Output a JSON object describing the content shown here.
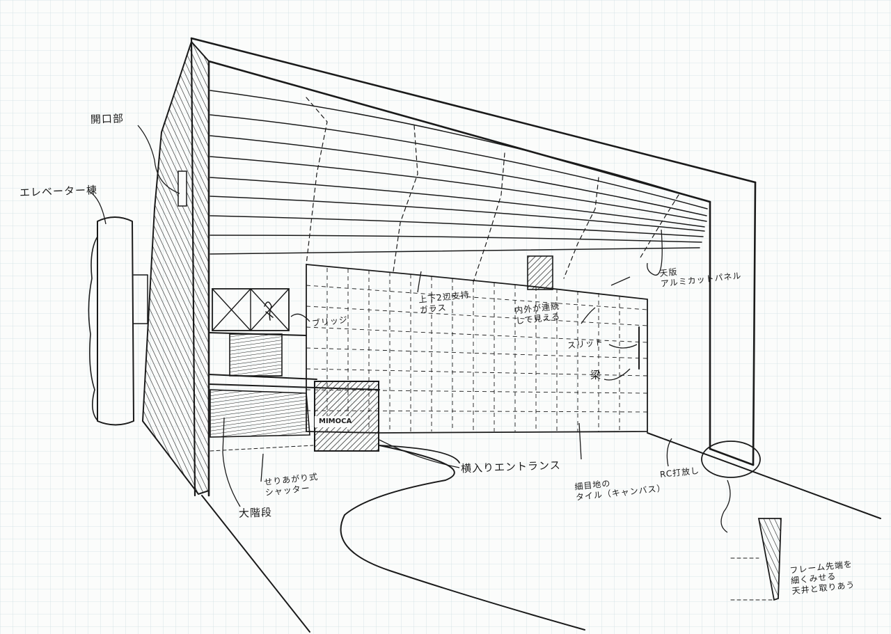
{
  "annotations": {
    "opening": "開口部",
    "elevator": "エレベーター棟",
    "bridge": "ブリッジ",
    "glass": {
      "line1": "上下2辺支持",
      "line2": "ガラス"
    },
    "continuous": {
      "line1": "内外が連続",
      "line2": "して見える"
    },
    "ceiling": {
      "line1": "天版",
      "line2": "アルミカットパネル"
    },
    "slit": "スリット",
    "beam": "梁",
    "sign": "MIMOCA",
    "shutter": {
      "line1": "せりあがり式",
      "line2": "シャッター"
    },
    "stairs": "大階段",
    "entrance": "横入りエントランス",
    "tile": {
      "line1": "細目地の",
      "line2": "タイル（キャンバス）"
    },
    "rc": "RC打放し",
    "frame": {
      "line1": "フレーム先端を",
      "line2": "細くみせる",
      "line3": "天井と取りあう"
    }
  },
  "colors": {
    "ink": "#1a1a1a",
    "paper": "#fbfcfb",
    "grid": "#cfe0e3"
  }
}
